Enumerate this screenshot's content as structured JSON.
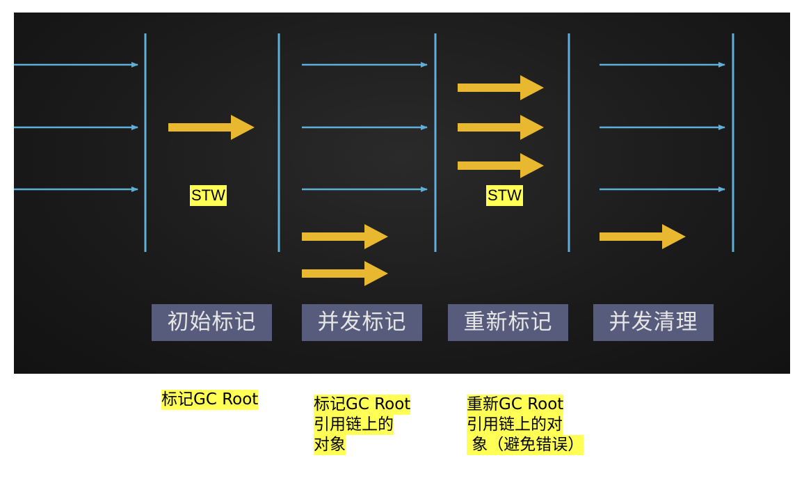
{
  "colors": {
    "board": "#1c1c1c",
    "blue_line": "#5fb0d8",
    "yellow_arrow": "#e8b830",
    "highlight": "#ffff55",
    "phase_box": "#575c7c"
  },
  "stw_labels": [
    "STW",
    "STW"
  ],
  "phases": [
    "初始标记",
    "并发标记",
    "重新标记",
    "并发清理"
  ],
  "notes": [
    {
      "lines": [
        "标记GC Root"
      ]
    },
    {
      "lines": [
        "标记GC Root",
        "引用链上的",
        "对象"
      ]
    },
    {
      "lines": [
        "重新GC Root",
        "引用链上的对",
        " 象（避免错误）"
      ]
    }
  ]
}
